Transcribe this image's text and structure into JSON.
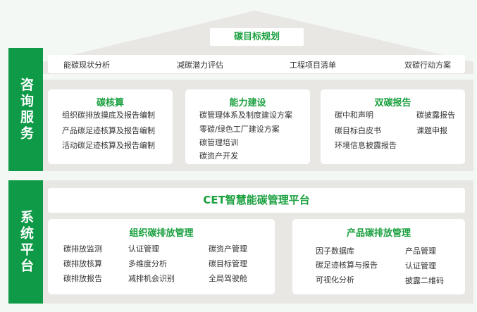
{
  "consulting": {
    "side_label": "咨询服务",
    "roof_title": "碳目标规划",
    "row_items": [
      "能碳现状分析",
      "减碳潜力评估",
      "工程项目清单",
      "双碳行动方案"
    ],
    "cards": [
      {
        "title": "碳核算",
        "items": [
          "组织碳排放摸底及报告编制",
          "产品碳足迹核算及报告编制",
          "活动碳足迹核算及报告编制"
        ]
      },
      {
        "title": "能力建设",
        "items": [
          "碳管理体系及制度建设方案",
          "零碳/绿色工厂建设方案",
          "碳管理培训",
          "碳资产开发"
        ]
      },
      {
        "title": "双碳报告",
        "items": [
          "碳中和声明",
          "碳披露报告",
          "碳目标白皮书",
          "课题申报",
          "环境信息披露报告"
        ]
      }
    ]
  },
  "system": {
    "side_label": "系统平台",
    "platform_title": "CET智慧能碳管理平台",
    "cards": [
      {
        "title": "组织碳排放管理",
        "items": [
          "碳排放监测",
          "认证管理",
          "碳资产管理",
          "碳排放核算",
          "多维度分析",
          "碳目标管理",
          "碳排放报告",
          "减排机会识别",
          "全局驾驶舱"
        ]
      },
      {
        "title": "产品碳排放管理",
        "items": [
          "因子数据库",
          "产品管理",
          "碳足迹核算与报告",
          "认证管理",
          "可视化分析",
          "披露二维码"
        ]
      }
    ]
  }
}
